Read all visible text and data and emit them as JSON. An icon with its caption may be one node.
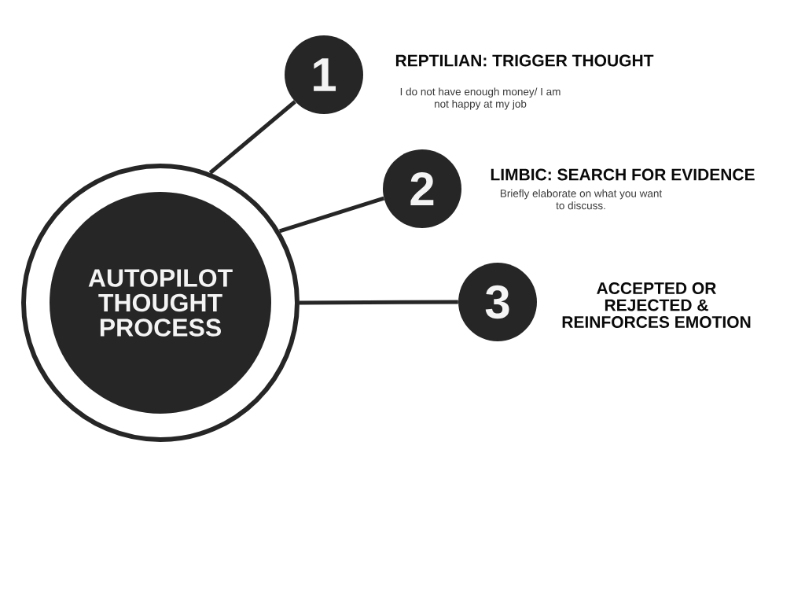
{
  "diagram": {
    "nodes": [
      {
        "text": [],
        "shape": "circle"
      },
      {
        "text": [
          "AUTOPILOT THOUGHT PROCESS"
        ],
        "in": 0
      },
      {
        "text": [
          "1"
        ],
        "beside": [
          "REPTILIAN: TRIGGER THOUGHT",
          "I do not have enough money/ I am not happy at my job"
        ]
      },
      {
        "text": [
          "2"
        ],
        "beside": [
          "LIMBIC: SEARCH FOR EVIDENCE",
          "Briefly elaborate on what you want to discuss."
        ]
      },
      {
        "text": [
          "3"
        ],
        "beside": [
          "ACCEPTED OR REJECTED & REINFORCES EMOTION"
        ]
      }
    ],
    "edges": [
      {
        "from": 0,
        "to": 2,
        "arrow": "none"
      },
      {
        "from": 0,
        "to": 3,
        "arrow": "none"
      },
      {
        "from": 0,
        "to": 4,
        "arrow": "none"
      }
    ]
  }
}
